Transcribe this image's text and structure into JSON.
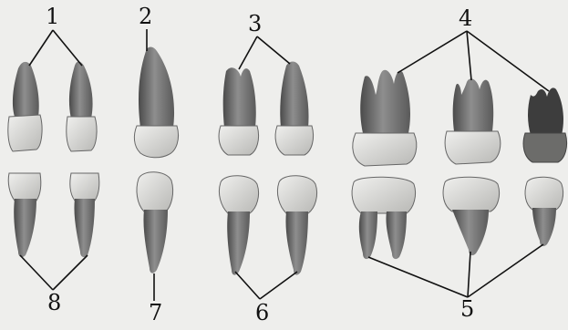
{
  "labels": {
    "n1": "1",
    "n2": "2",
    "n3": "3",
    "n4": "4",
    "n5": "5",
    "n6": "6",
    "n7": "7",
    "n8": "8"
  },
  "colors": {
    "background": "#eeeeec",
    "tooth_fill": "#a9a9a9",
    "tooth_dark": "#3f3f3f",
    "crown_fill": "#d9d9d6",
    "line": "#111111"
  }
}
